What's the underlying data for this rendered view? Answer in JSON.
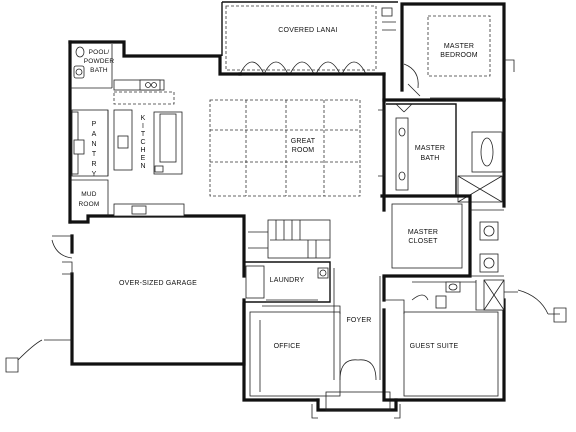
{
  "rooms": {
    "covered_lanai": "COVERED LANAI",
    "master_bedroom": [
      "MASTER",
      "BEDROOM"
    ],
    "pool_powder_bath": [
      "POOL/",
      "POWDER",
      "BATH"
    ],
    "pantry": [
      "P",
      "A",
      "N",
      "T",
      "R",
      "Y"
    ],
    "kitchen": [
      "K",
      "I",
      "T",
      "C",
      "H",
      "E",
      "N"
    ],
    "great_room": [
      "GREAT",
      "ROOM"
    ],
    "master_bath": [
      "MASTER",
      "BATH"
    ],
    "mud_room": [
      "MUD",
      "ROOM"
    ],
    "master_closet": [
      "MASTER",
      "CLOSET"
    ],
    "garage": "OVER-SIZED GARAGE",
    "laundry": "LAUNDRY",
    "foyer": "FOYER",
    "office": "OFFICE",
    "guest_suite": "GUEST SUITE"
  }
}
